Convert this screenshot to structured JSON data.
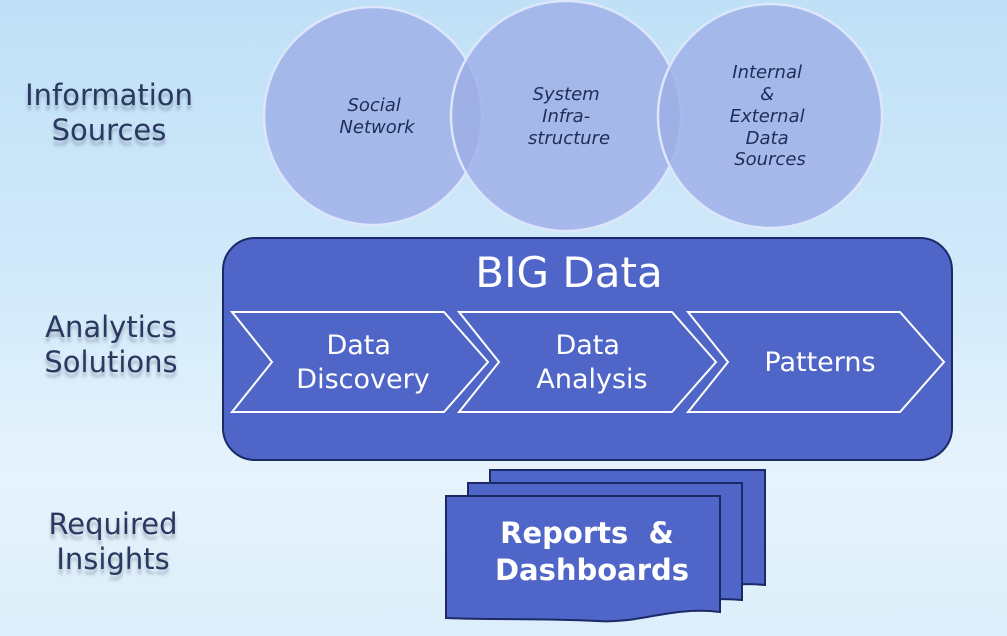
{
  "row_labels": {
    "sources": [
      "Information",
      "Sources"
    ],
    "analytics": [
      "Analytics",
      "Solutions"
    ],
    "insights": [
      "Required",
      "Insights"
    ]
  },
  "circles": [
    {
      "lines": [
        "Social",
        "Network"
      ]
    },
    {
      "lines": [
        "System",
        "Infra-",
        "structure"
      ]
    },
    {
      "lines": [
        "Internal",
        "&",
        "External",
        "Data",
        "Sources"
      ]
    }
  ],
  "big_data": {
    "title": "BIG Data",
    "steps": [
      {
        "lines": [
          "Data",
          "Discovery"
        ]
      },
      {
        "lines": [
          "Data",
          "Analysis"
        ]
      },
      {
        "lines": [
          "Patterns"
        ]
      }
    ]
  },
  "reports": {
    "lines": [
      "Reports  &",
      "Dashboards"
    ]
  },
  "colors": {
    "circle_fill": "#9daee6",
    "circle_stroke": "#dde6fb",
    "box_fill": "#4f66c8",
    "box_stroke": "#1b2a66",
    "chevron_stroke": "#ffffff",
    "label_text": "#2b3960"
  }
}
